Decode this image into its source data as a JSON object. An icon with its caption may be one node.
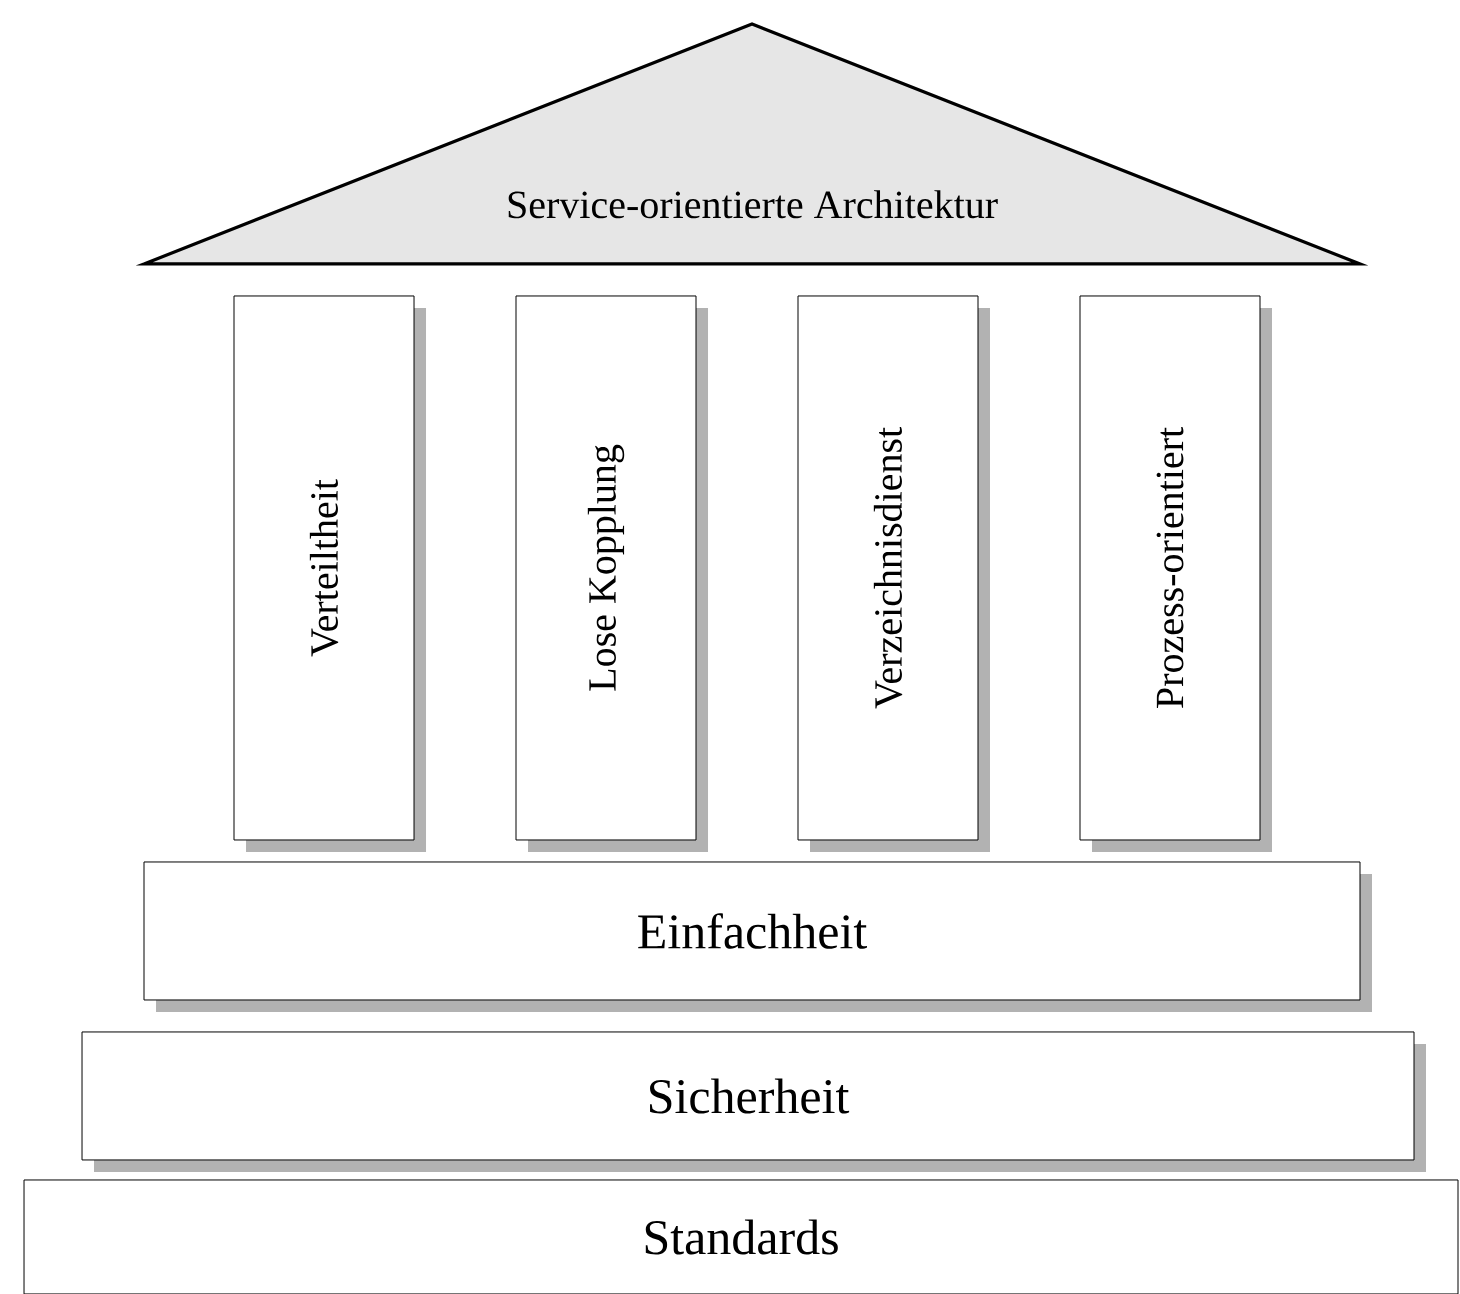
{
  "diagram": {
    "nodes": [
      {
        "text": [
          "Service-orientierte Architektur"
        ]
      },
      {
        "text": [
          "Verteiltheit"
        ]
      },
      {
        "text": [
          "Lose Kopplung"
        ]
      },
      {
        "text": [
          "Verzeichnisdienst"
        ]
      },
      {
        "text": [
          "Prozess-orientiert"
        ]
      },
      {
        "text": [
          "Einfachheit"
        ]
      },
      {
        "text": [
          "Sicherheit"
        ]
      },
      {
        "text": [
          "Standards"
        ]
      }
    ]
  }
}
